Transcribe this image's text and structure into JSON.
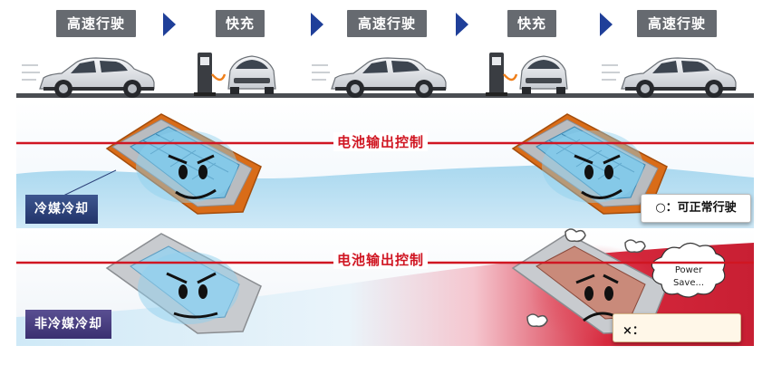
{
  "timeline": {
    "steps": [
      {
        "label": "高速行驶"
      },
      {
        "label": "快充"
      },
      {
        "label": "高速行驶"
      },
      {
        "label": "快充"
      },
      {
        "label": "高速行驶"
      }
    ]
  },
  "top_panel": {
    "limit_line_label": "电池输出控制",
    "method_tag": "冷媒冷却",
    "result_box": "○：可正常行驶"
  },
  "bottom_panel": {
    "limit_line_label": "电池输出控制",
    "method_tag": "非冷媒冷却",
    "result_box": "×：",
    "speech_bubble": "Power Save..."
  },
  "colors": {
    "header_label_bg": "#666a70",
    "chevron": "#1f3f99",
    "limit_line": "#d01622",
    "coolant_blue": "#8ec6e6",
    "hot_red": "#d6283c"
  }
}
